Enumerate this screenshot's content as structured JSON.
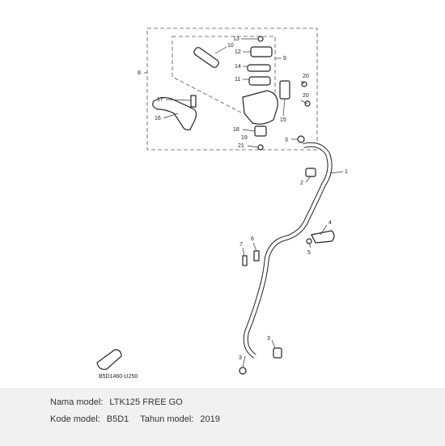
{
  "diagram": {
    "code": "B5D1460-U250",
    "callouts": {
      "c1": "1",
      "c2": "2",
      "c3a": "3",
      "c3b": "3",
      "c3c": "3",
      "c4": "4",
      "c5": "5",
      "c6": "6",
      "c7": "7",
      "c8": "8",
      "c9": "9",
      "c10": "10",
      "c11": "11",
      "c12": "12",
      "c13": "13",
      "c14": "14",
      "c15": "15",
      "c16": "16",
      "c17": "17",
      "c18": "18",
      "c19": "19",
      "c20a": "20",
      "c20b": "20",
      "c21": "21"
    }
  },
  "info": {
    "model_name_label": "Nama model:",
    "model_name": "LTK125 FREE GO",
    "model_code_label": "Kode model:",
    "model_code": "B5D1",
    "year_label": "Tahun model:",
    "year": "2019"
  }
}
